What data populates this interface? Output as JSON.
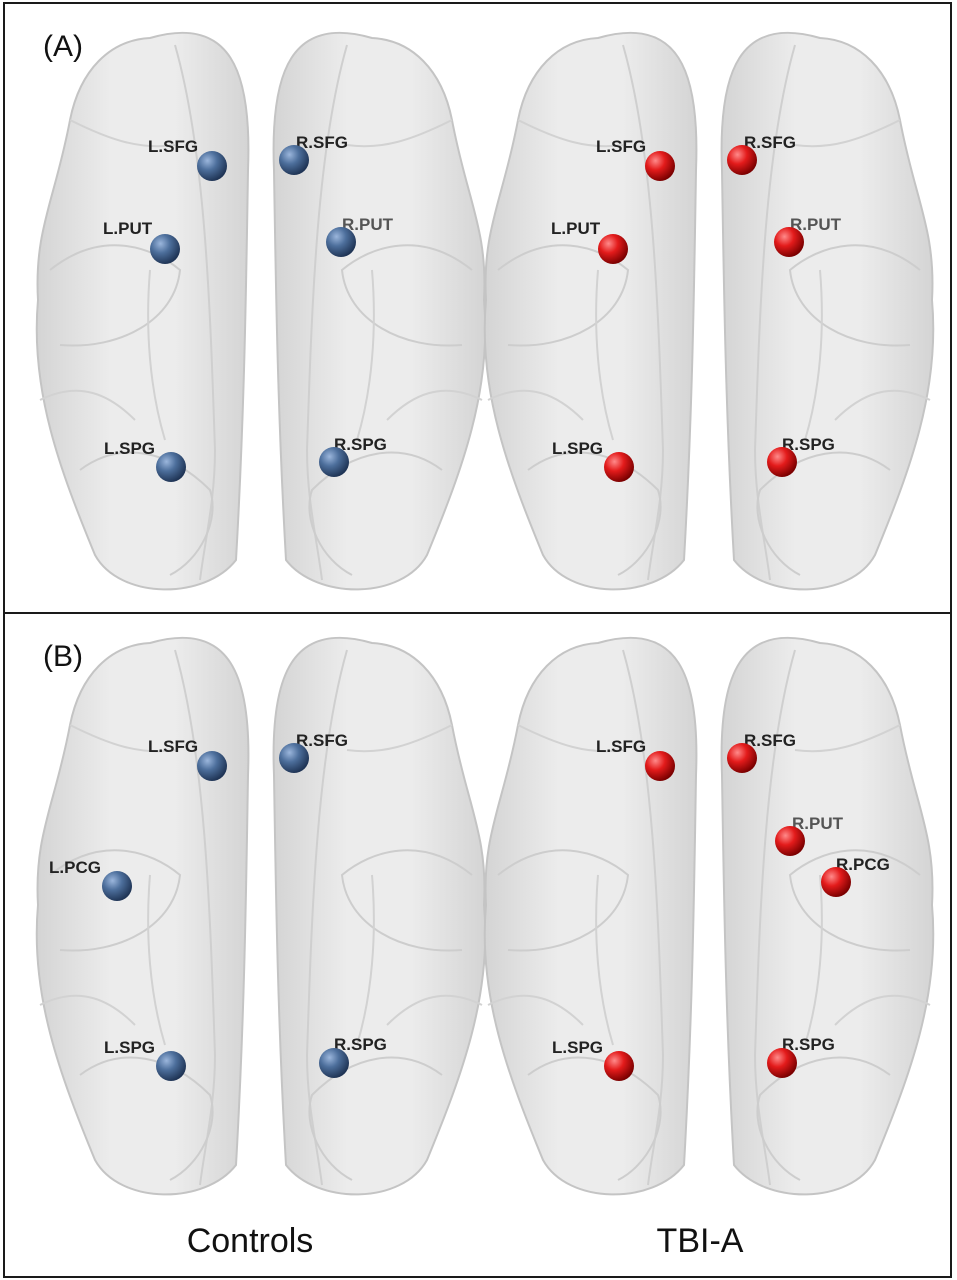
{
  "panels": [
    {
      "id": "A",
      "label": "(A)"
    },
    {
      "id": "B",
      "label": "(B)"
    }
  ],
  "groups": {
    "controls": {
      "label": "Controls",
      "color": "#4a6c99"
    },
    "tbi": {
      "label": "TBI-A",
      "color": "#e01e1e"
    }
  },
  "nodes": {
    "A": {
      "controls": [
        "L.SFG",
        "R.SFG",
        "L.PUT",
        "R.PUT",
        "L.SPG",
        "R.SPG"
      ],
      "tbi": [
        "L.SFG",
        "R.SFG",
        "L.PUT",
        "R.PUT",
        "L.SPG",
        "R.SPG"
      ]
    },
    "B": {
      "controls": [
        "L.SFG",
        "R.SFG",
        "L.PCG",
        "L.SPG",
        "R.SPG"
      ],
      "tbi": [
        "L.SFG",
        "R.SFG",
        "R.PUT",
        "R.PCG",
        "L.SPG",
        "R.SPG"
      ]
    }
  }
}
